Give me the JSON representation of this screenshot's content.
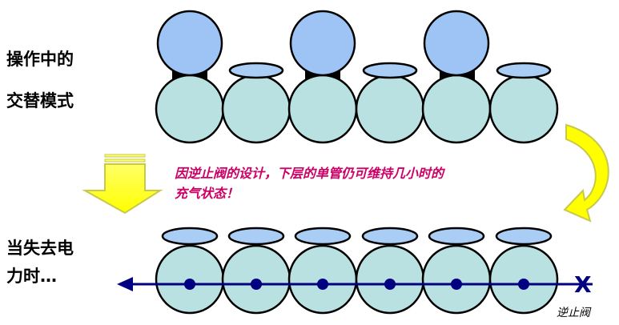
{
  "labels": {
    "operating_line1": "操作中的",
    "operating_line2": "交替模式",
    "power_loss_line1": "当失去电",
    "power_loss_line2": "力时…",
    "note_line1": "因逆止阀的设计，下层的单管仍可维持几小时的",
    "note_line2": "充气状态！",
    "check_valve": "逆止阀",
    "valve_mark": "X"
  },
  "colors": {
    "cell_fill": "#b9e1e1",
    "inflated_cap_fill": "#9ec4f5",
    "flat_cap_fill": "#a9cdf5",
    "outline": "#000000",
    "arrow_fill": "#ffff00",
    "arrow_shade": "#c8c84a",
    "air_line": "#000080",
    "note_text": "#cc0066"
  },
  "top_row": {
    "cells": 6,
    "inflated_positions": [
      0,
      2,
      4
    ]
  },
  "bottom_row": {
    "cells": 6,
    "valve_dots": 6
  }
}
